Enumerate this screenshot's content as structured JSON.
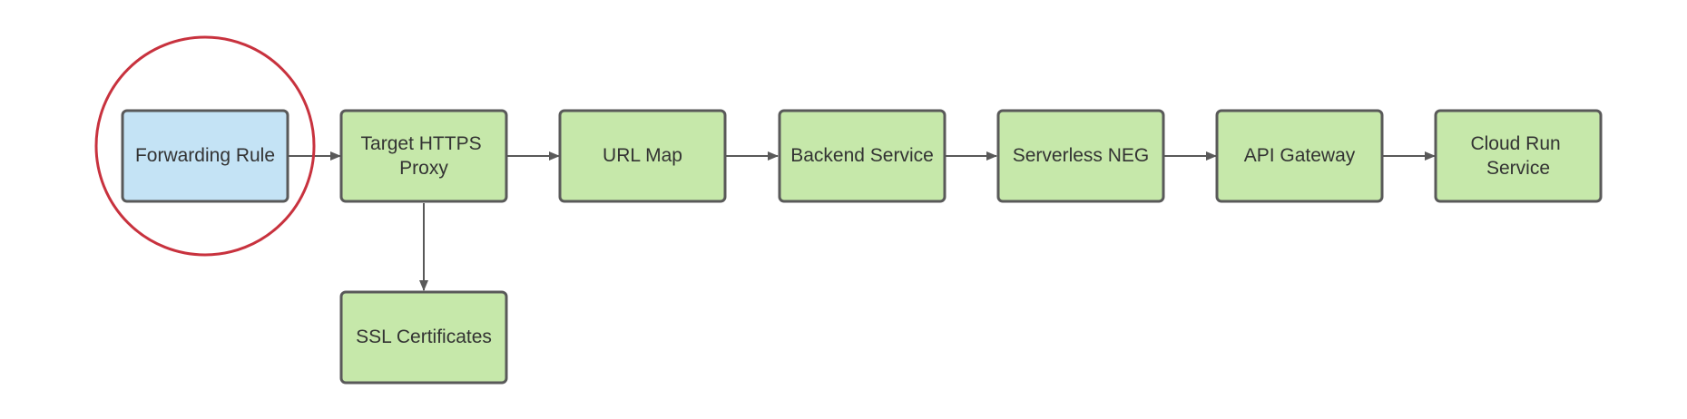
{
  "diagram": {
    "colors": {
      "highlight_fill": "#c4e3f5",
      "node_fill": "#c6e8aa",
      "node_border": "#595959",
      "arrow": "#595959",
      "focus_ring": "#c8323e"
    },
    "nodes": {
      "forwarding_rule": {
        "lines": [
          "Forwarding Rule"
        ]
      },
      "target_https_proxy": {
        "lines": [
          "Target HTTPS",
          "Proxy"
        ]
      },
      "url_map": {
        "lines": [
          "URL Map"
        ]
      },
      "backend_service": {
        "lines": [
          "Backend Service"
        ]
      },
      "serverless_neg": {
        "lines": [
          "Serverless NEG"
        ]
      },
      "api_gateway": {
        "lines": [
          "API Gateway"
        ]
      },
      "cloud_run_service": {
        "lines": [
          "Cloud Run",
          "Service"
        ]
      },
      "ssl_certificates": {
        "lines": [
          "SSL Certificates"
        ]
      }
    },
    "edges": [
      {
        "from": "forwarding_rule",
        "to": "target_https_proxy"
      },
      {
        "from": "target_https_proxy",
        "to": "url_map"
      },
      {
        "from": "url_map",
        "to": "backend_service"
      },
      {
        "from": "backend_service",
        "to": "serverless_neg"
      },
      {
        "from": "serverless_neg",
        "to": "api_gateway"
      },
      {
        "from": "api_gateway",
        "to": "cloud_run_service"
      },
      {
        "from": "target_https_proxy",
        "to": "ssl_certificates"
      }
    ],
    "highlighted_node": "forwarding_rule"
  }
}
